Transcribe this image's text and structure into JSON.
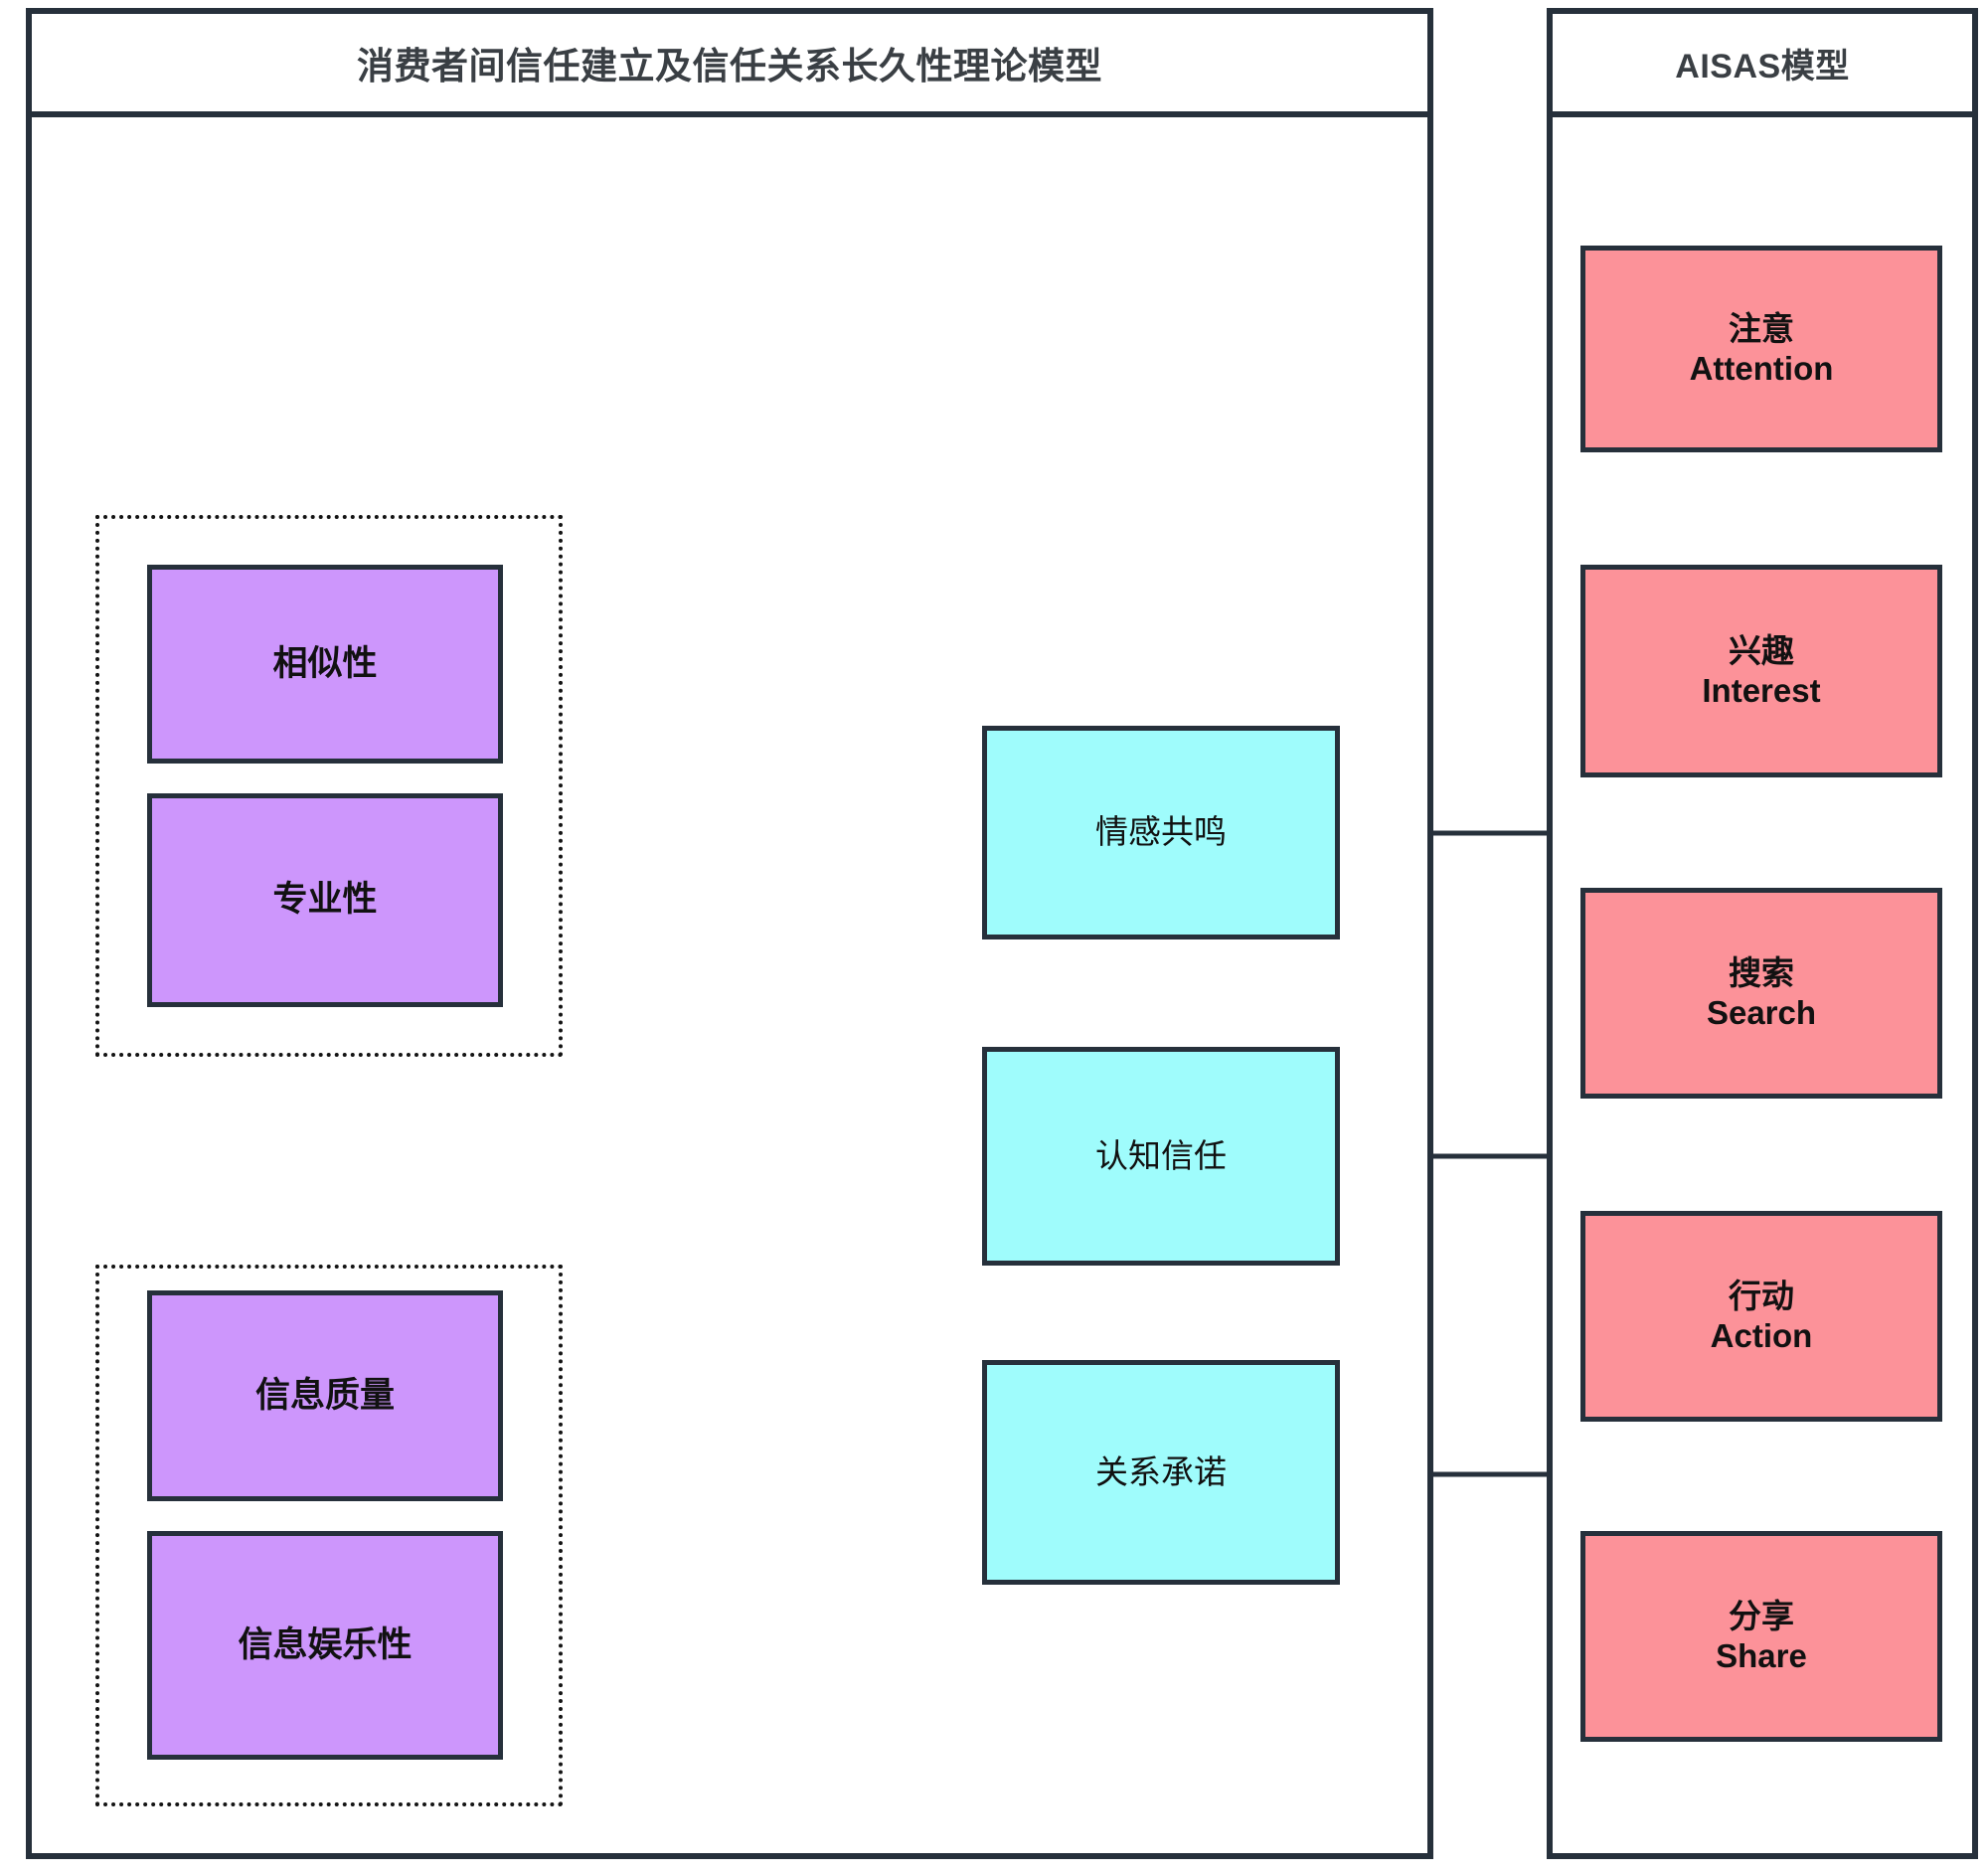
{
  "panels": {
    "left": {
      "title": "消费者间信任建立及信任关系长久性理论模型"
    },
    "right": {
      "title": "AISAS模型"
    }
  },
  "colors": {
    "antecedent_fill": "#cd96fc",
    "mediator_fill": "#9ffcfc",
    "aisas_fill": "#fc9299",
    "stroke": "#26303b",
    "line": "#26303b",
    "background": "#ffffff"
  },
  "groups": [
    {
      "id": "group-source-credibility",
      "label": ""
    },
    {
      "id": "group-information-quality",
      "label": ""
    }
  ],
  "antecedents": [
    {
      "id": "similarity",
      "label": "相似性",
      "group": "group-source-credibility"
    },
    {
      "id": "expertise",
      "label": "专业性",
      "group": "group-source-credibility"
    },
    {
      "id": "info-quality",
      "label": "信息质量",
      "group": "group-information-quality"
    },
    {
      "id": "info-entertaining",
      "label": "信息娱乐性",
      "group": "group-information-quality"
    }
  ],
  "mediators": [
    {
      "id": "emotional-resonance",
      "label": "情感共鸣"
    },
    {
      "id": "cognitive-trust",
      "label": "认知信任"
    },
    {
      "id": "relationship-commitment",
      "label": "关系承诺"
    }
  ],
  "aisas_stages": [
    {
      "id": "attention",
      "cn": "注意",
      "en": "Attention"
    },
    {
      "id": "interest",
      "cn": "兴趣",
      "en": "Interest"
    },
    {
      "id": "search",
      "cn": "搜索",
      "en": "Search"
    },
    {
      "id": "action",
      "cn": "行动",
      "en": "Action"
    },
    {
      "id": "share",
      "cn": "分享",
      "en": "Share"
    }
  ],
  "relations": [
    {
      "from": "similarity",
      "to": "emotional-resonance",
      "arrow": "single"
    },
    {
      "from": "similarity",
      "to": "cognitive-trust",
      "arrow": "single"
    },
    {
      "from": "similarity",
      "to": "relationship-commitment",
      "arrow": "single"
    },
    {
      "from": "expertise",
      "to": "emotional-resonance",
      "arrow": "single"
    },
    {
      "from": "expertise",
      "to": "relationship-commitment",
      "arrow": "single"
    },
    {
      "from": "info-quality",
      "to": "emotional-resonance",
      "arrow": "single"
    },
    {
      "from": "info-quality",
      "to": "relationship-commitment",
      "arrow": "single"
    },
    {
      "from": "info-entertaining",
      "to": "cognitive-trust",
      "arrow": "single"
    },
    {
      "from": "info-entertaining",
      "to": "relationship-commitment",
      "arrow": "single"
    },
    {
      "from": "group-source-credibility",
      "to": "group-information-quality",
      "arrow": "double"
    },
    {
      "from": "emotional-resonance",
      "to": "aisas-column",
      "arrow": "single"
    },
    {
      "from": "cognitive-trust",
      "to": "aisas-column",
      "arrow": "single"
    },
    {
      "from": "relationship-commitment",
      "to": "aisas-column",
      "arrow": "single"
    },
    {
      "from": "attention",
      "to": "interest",
      "arrow": "single"
    },
    {
      "from": "interest",
      "to": "search",
      "arrow": "single"
    },
    {
      "from": "search",
      "to": "action",
      "arrow": "single"
    },
    {
      "from": "action",
      "to": "share",
      "arrow": "single"
    }
  ]
}
